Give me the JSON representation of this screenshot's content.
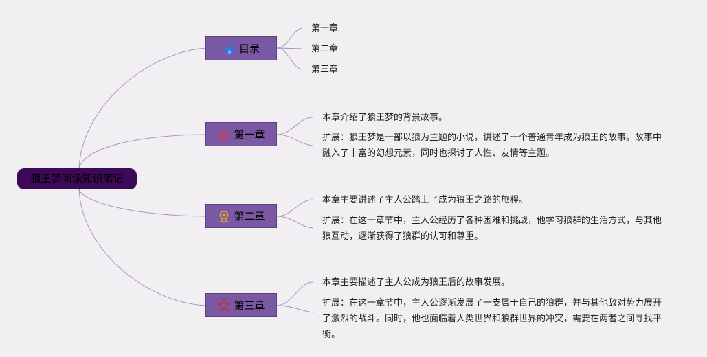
{
  "root": {
    "title": "狼王梦阅读知识笔记"
  },
  "branches": [
    {
      "label": "目录",
      "icon": "flame-icon",
      "icon_color": "#2f7ad9"
    },
    {
      "label": "第一章",
      "icon": "home-icon",
      "icon_color": "#d83a4a"
    },
    {
      "label": "第二章",
      "icon": "medal-icon",
      "icon_color": "#e7a92b"
    },
    {
      "label": "第三章",
      "icon": "star-icon",
      "icon_color": "#d02a2a"
    }
  ],
  "toc": [
    "第一章",
    "第二章",
    "第三章"
  ],
  "chapters": [
    {
      "summary": "本章介绍了狼王梦的背景故事。",
      "extension": "扩展：狼王梦是一部以狼为主题的小说，讲述了一个普通青年成为狼王的故事。故事中融入了丰富的幻想元素，同时也探讨了人性、友情等主题。"
    },
    {
      "summary": "本章主要讲述了主人公踏上了成为狼王之路的旅程。",
      "extension": "扩展：在这一章节中，主人公经历了各种困难和挑战，他学习狼群的生活方式，与其他狼互动，逐渐获得了狼群的认可和尊重。"
    },
    {
      "summary": "本章主要描述了主人公成为狼王后的故事发展。",
      "extension": "扩展：在这一章节中，主人公逐渐发展了一支属于自己的狼群，并与其他敌对势力展开了激烈的战斗。同时，他也面临着人类世界和狼群世界的冲突，需要在两者之间寻找平衡。"
    }
  ],
  "colors": {
    "background": "#f1eff2",
    "root_fill": "#3d0a5a",
    "branch_fill": "#7a58a4",
    "connector": "#a893c9"
  }
}
